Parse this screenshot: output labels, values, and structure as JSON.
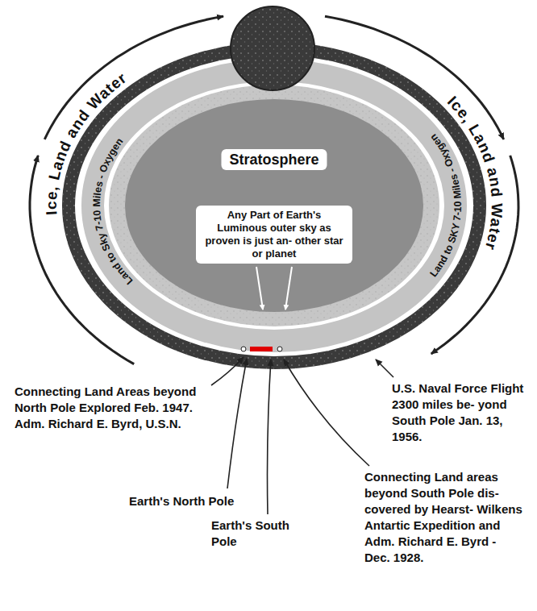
{
  "diagram": {
    "nodes": [
      {
        "text": [
          "Stratosphere",
          "Any Part of Earth's Luminous outer sky as proven is just an- other star or planet"
        ]
      }
    ],
    "labels": [
      "Ice, Land and Water",
      "Ice, Land and Water",
      "Land to Sky 7-10 Miles - Oxygen",
      "Land to SKY 7-10 Miles - Oxygen",
      "Connecting Land Areas beyond North Pole Explored Feb. 1947. Adm. Richard E. Byrd, U.S.N.",
      "Earth's North Pole",
      "Earth's South Pole",
      "U.S. Naval Force Flight 2300 miles be- yond South Pole Jan. 13, 1956.",
      "Connecting Land areas beyond South Pole dis- covered by Hearst- Wilkens Antartic Expedition and Adm. Richard E. Byrd - Dec. 1928."
    ]
  }
}
